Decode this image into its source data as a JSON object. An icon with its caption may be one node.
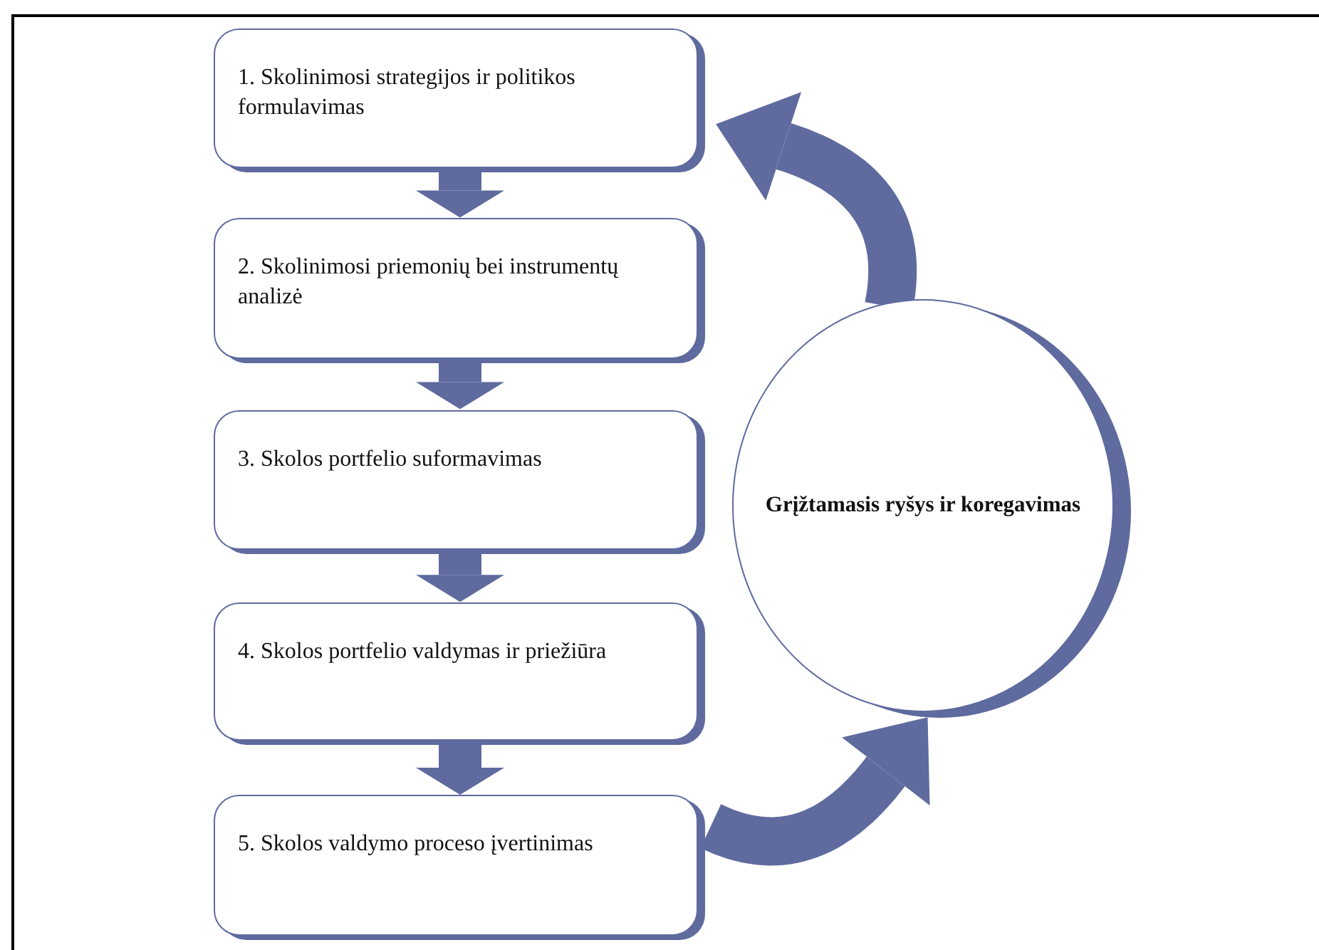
{
  "diagram": {
    "nodes": [
      {
        "text": [
          "1. Skolinimosi strategijos ir politikos formulavimas"
        ]
      },
      {
        "text": [
          "2. Skolinimosi priemonių bei instrumentų analizė"
        ]
      },
      {
        "text": [
          "3. Skolos portfelio suformavimas"
        ]
      },
      {
        "text": [
          "4. Skolos portfelio valdymas ir priežiūra"
        ]
      },
      {
        "text": [
          "5. Skolos valdymo proceso įvertinimas"
        ]
      },
      {
        "text": [
          "Grįžtamasis ryšys ir koregavimas"
        ]
      }
    ],
    "edges": [
      {
        "from": 0,
        "to": 1,
        "arrow": "to"
      },
      {
        "from": 1,
        "to": 2,
        "arrow": "to"
      },
      {
        "from": 2,
        "to": 3,
        "arrow": "to"
      },
      {
        "from": 3,
        "to": 4,
        "arrow": "to"
      },
      {
        "from": 4,
        "to": 5,
        "arrow": "to"
      },
      {
        "from": 5,
        "to": 0,
        "arrow": "to"
      }
    ]
  }
}
